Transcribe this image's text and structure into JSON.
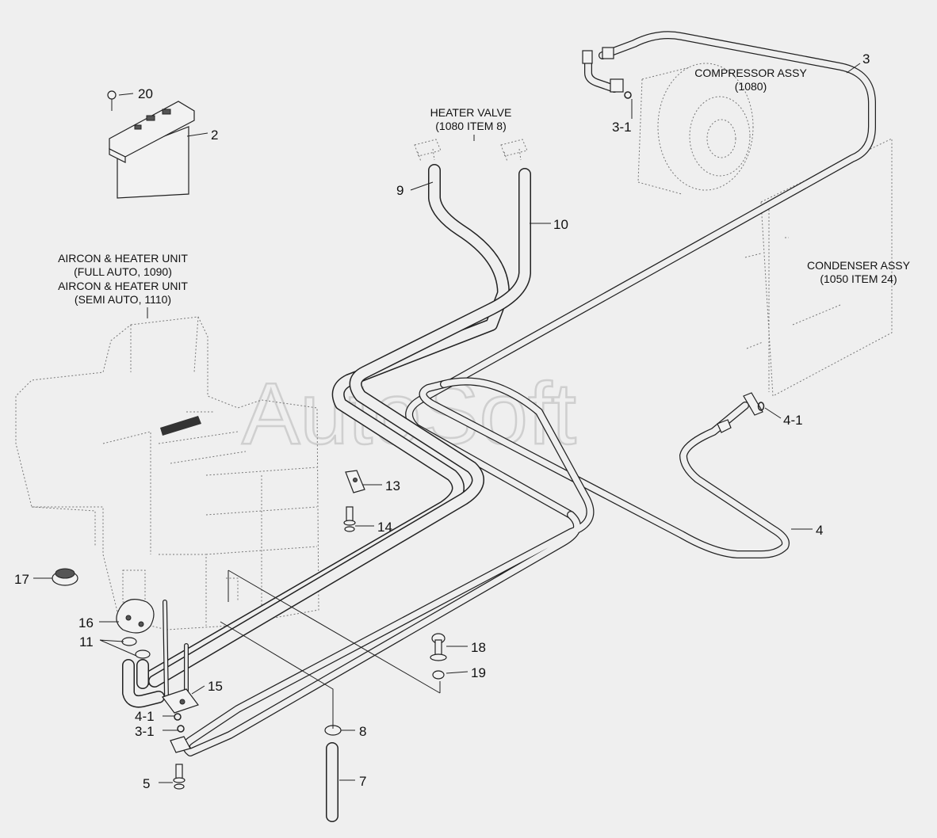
{
  "watermark": "AutoSoft",
  "captions": {
    "compressor": [
      "COMPRESSOR ASSY",
      "(1080)"
    ],
    "heater_valve": [
      "HEATER VALVE",
      "(1080 ITEM 8)"
    ],
    "condenser": [
      "CONDENSER ASSY",
      "(1050 ITEM 24)"
    ],
    "aircon_full": [
      "AIRCON & HEATER UNIT",
      "(FULL AUTO, 1090)"
    ],
    "aircon_semi": [
      "AIRCON & HEATER UNIT",
      "(SEMI AUTO, 1110)"
    ]
  },
  "callouts": {
    "c3": "3",
    "c3_1_top": "3-1",
    "c20": "20",
    "c2": "2",
    "c9": "9",
    "c10": "10",
    "c4_1_right": "4-1",
    "c4": "4",
    "c13": "13",
    "c14": "14",
    "c17": "17",
    "c16": "16",
    "c11": "11",
    "c18": "18",
    "c19": "19",
    "c15": "15",
    "c4_1_left": "4-1",
    "c3_1_left": "3-1",
    "c8": "8",
    "c5": "5",
    "c7": "7"
  }
}
